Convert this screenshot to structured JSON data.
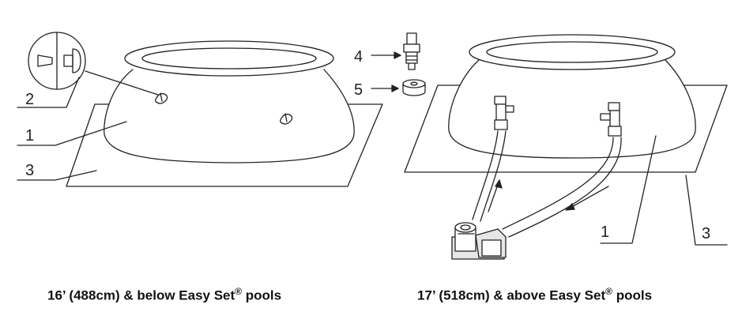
{
  "callouts": {
    "left": {
      "liner_clip": "2",
      "pool": "1",
      "ground_cloth": "3"
    },
    "middle": {
      "connector": "4",
      "cap": "5"
    },
    "right": {
      "pool": "1",
      "ground_cloth": "3"
    }
  },
  "captions": {
    "left": {
      "text": "16’ (488cm) & below Easy Set",
      "mark": "®",
      "suffix": " pools"
    },
    "right": {
      "text": "17’ (518cm) & above Easy Set",
      "mark": "®",
      "suffix": " pools"
    }
  },
  "colors": {
    "line": "#222222",
    "pump_fill": "#e6e6e6"
  }
}
